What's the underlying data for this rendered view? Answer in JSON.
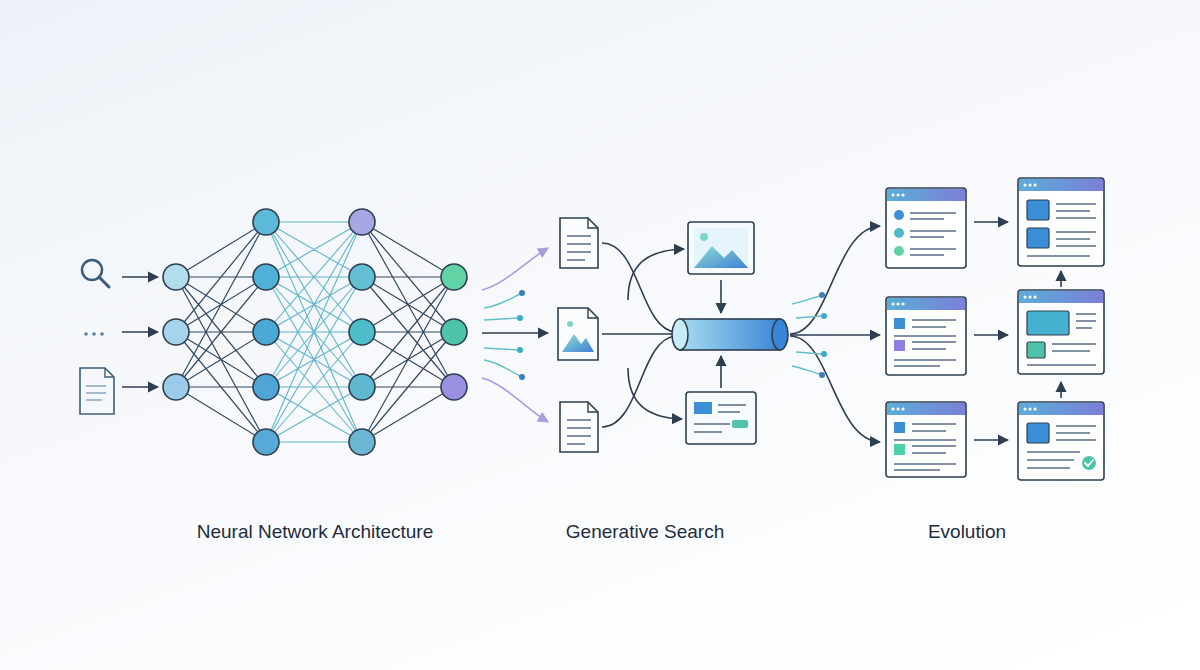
{
  "diagram": {
    "labels": [
      "Neural Network Architecture",
      "Generative Search",
      "Evolution"
    ]
  }
}
